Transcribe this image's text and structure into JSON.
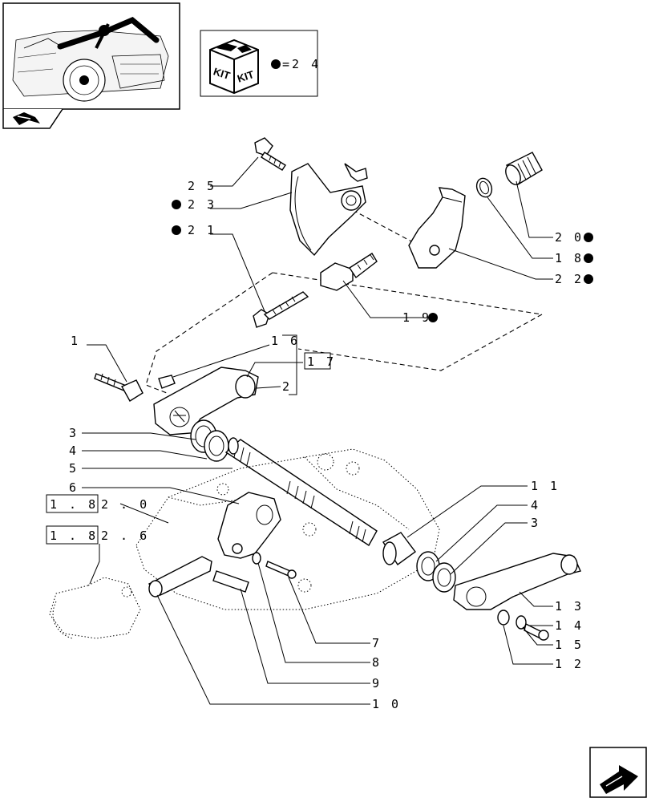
{
  "kit_note": {
    "kit_label_left": "KIT",
    "kit_label_right": "KIT",
    "note": "=2 4"
  },
  "callouts": [
    {
      "id": "c25",
      "text": "2 5",
      "bullet": "none"
    },
    {
      "id": "c23",
      "text": "2 3",
      "bullet": "left"
    },
    {
      "id": "c21",
      "text": "2 1",
      "bullet": "left"
    },
    {
      "id": "c20",
      "text": "2 0",
      "bullet": "right"
    },
    {
      "id": "c18",
      "text": "1 8",
      "bullet": "right"
    },
    {
      "id": "c22",
      "text": "2 2",
      "bullet": "right"
    },
    {
      "id": "c19",
      "text": "1 9",
      "bullet": "right"
    },
    {
      "id": "c1",
      "text": "1",
      "bullet": "none"
    },
    {
      "id": "c16",
      "text": "1 6",
      "bullet": "none"
    },
    {
      "id": "c17",
      "text": "1 7",
      "bullet": "none",
      "boxed": true
    },
    {
      "id": "c2",
      "text": "2",
      "bullet": "none"
    },
    {
      "id": "c3a",
      "text": "3",
      "bullet": "none"
    },
    {
      "id": "c4a",
      "text": "4",
      "bullet": "none"
    },
    {
      "id": "c5",
      "text": "5",
      "bullet": "none"
    },
    {
      "id": "c6",
      "text": "6",
      "bullet": "none"
    },
    {
      "id": "c11",
      "text": "1 1",
      "bullet": "none"
    },
    {
      "id": "c4b",
      "text": "4",
      "bullet": "none"
    },
    {
      "id": "c3b",
      "text": "3",
      "bullet": "none"
    },
    {
      "id": "c13",
      "text": "1 3",
      "bullet": "none"
    },
    {
      "id": "c14",
      "text": "1 4",
      "bullet": "none"
    },
    {
      "id": "c15",
      "text": "1 5",
      "bullet": "none"
    },
    {
      "id": "c12",
      "text": "1 2",
      "bullet": "none"
    },
    {
      "id": "c7",
      "text": "7",
      "bullet": "none"
    },
    {
      "id": "c8",
      "text": "8",
      "bullet": "none"
    },
    {
      "id": "c9",
      "text": "9",
      "bullet": "none"
    },
    {
      "id": "c10",
      "text": "1 0",
      "bullet": "none"
    }
  ],
  "references": [
    {
      "id": "ref1820",
      "boxed_part": "1 . 8",
      "rest": "2 . 0"
    },
    {
      "id": "ref1826",
      "boxed_part": "1 . 8",
      "rest": "2 . 6"
    }
  ],
  "icons": {
    "thumbnail": "tractor-location-thumbnail-icon",
    "nav_back": "back-arrow-tab-icon",
    "kit": "kit-box-icon",
    "nav_next": "next-page-arrow-icon"
  }
}
